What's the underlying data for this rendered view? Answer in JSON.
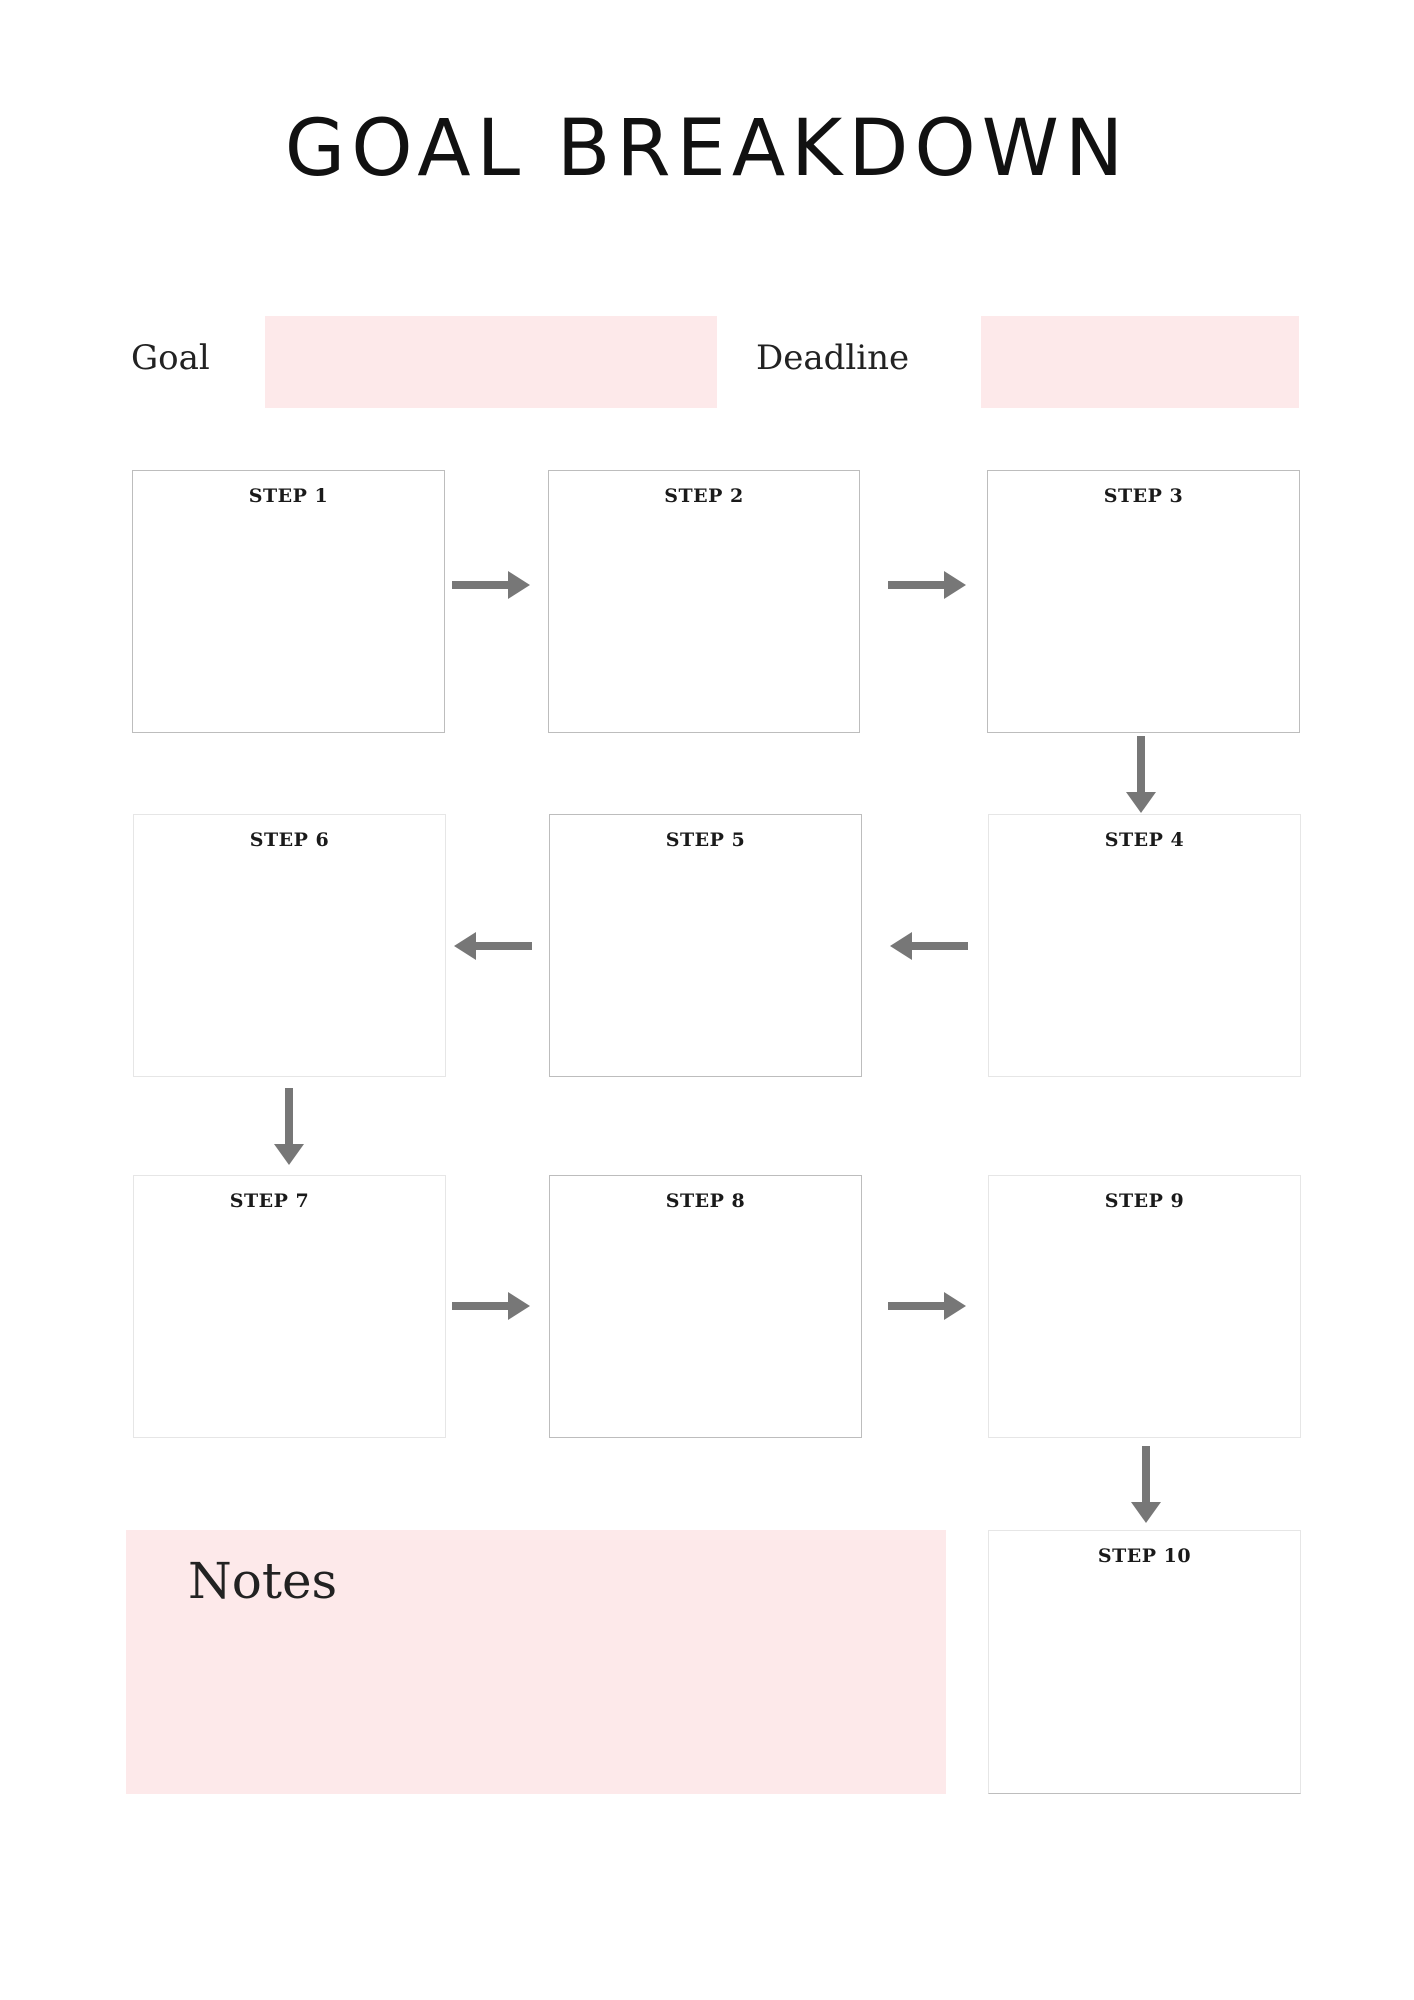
{
  "page": {
    "title": "GOAL BREAKDOWN"
  },
  "fields": {
    "goal_label": "Goal",
    "deadline_label": "Deadline",
    "box_color": "#fde9ea"
  },
  "steps": [
    {
      "label": "STEP 1"
    },
    {
      "label": "STEP 2"
    },
    {
      "label": "STEP 3"
    },
    {
      "label": "STEP 4"
    },
    {
      "label": "STEP 5"
    },
    {
      "label": "STEP 6"
    },
    {
      "label": "STEP 7"
    },
    {
      "label": "STEP 8"
    },
    {
      "label": "STEP 9"
    },
    {
      "label": "STEP 10"
    }
  ],
  "notes": {
    "label": "Notes"
  },
  "colors": {
    "arrow": "#777777",
    "accent_pink": "#fde9ea",
    "box_border": "#bdbdbd"
  },
  "icons": {
    "flow_right": "arrow-right-icon",
    "flow_left": "arrow-left-icon",
    "flow_down": "arrow-down-icon"
  }
}
